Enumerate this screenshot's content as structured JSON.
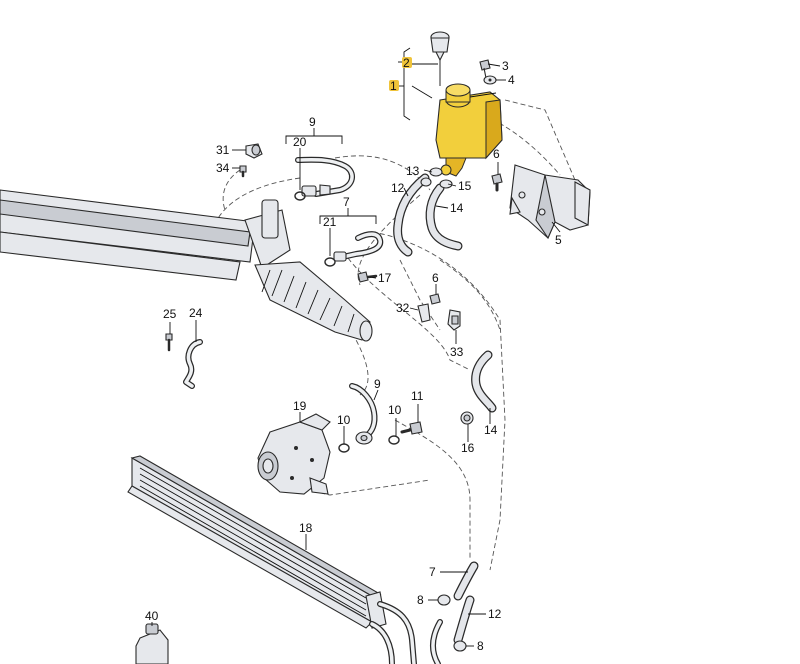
{
  "diagram": {
    "callouts": [
      {
        "id": "c-1",
        "text": "1"
      },
      {
        "id": "c-2",
        "text": "2"
      },
      {
        "id": "c-3",
        "text": "3"
      },
      {
        "id": "c-4",
        "text": "4"
      },
      {
        "id": "c-5",
        "text": "5"
      },
      {
        "id": "c-6a",
        "text": "6"
      },
      {
        "id": "c-6b",
        "text": "6"
      },
      {
        "id": "c-7a",
        "text": "7"
      },
      {
        "id": "c-7b",
        "text": "7"
      },
      {
        "id": "c-8a",
        "text": "8"
      },
      {
        "id": "c-8b",
        "text": "8"
      },
      {
        "id": "c-9a",
        "text": "9"
      },
      {
        "id": "c-9b",
        "text": "9"
      },
      {
        "id": "c-10a",
        "text": "10"
      },
      {
        "id": "c-10b",
        "text": "10"
      },
      {
        "id": "c-11",
        "text": "11"
      },
      {
        "id": "c-12a",
        "text": "12"
      },
      {
        "id": "c-12b",
        "text": "12"
      },
      {
        "id": "c-13",
        "text": "13"
      },
      {
        "id": "c-14a",
        "text": "14"
      },
      {
        "id": "c-14b",
        "text": "14"
      },
      {
        "id": "c-15",
        "text": "15"
      },
      {
        "id": "c-16",
        "text": "16"
      },
      {
        "id": "c-17",
        "text": "17"
      },
      {
        "id": "c-18",
        "text": "18"
      },
      {
        "id": "c-19",
        "text": "19"
      },
      {
        "id": "c-20",
        "text": "20"
      },
      {
        "id": "c-21",
        "text": "21"
      },
      {
        "id": "c-24",
        "text": "24"
      },
      {
        "id": "c-25",
        "text": "25"
      },
      {
        "id": "c-31",
        "text": "31"
      },
      {
        "id": "c-32",
        "text": "32"
      },
      {
        "id": "c-33",
        "text": "33"
      },
      {
        "id": "c-34",
        "text": "34"
      },
      {
        "id": "c-40",
        "text": "40"
      }
    ],
    "colors": {
      "highlight": "#f0c43a",
      "reservoir": "#f2cf3c",
      "reservoir_shade": "#d9a91c",
      "part_fill": "#e6e8ec",
      "outline": "#2a2a2a"
    }
  }
}
